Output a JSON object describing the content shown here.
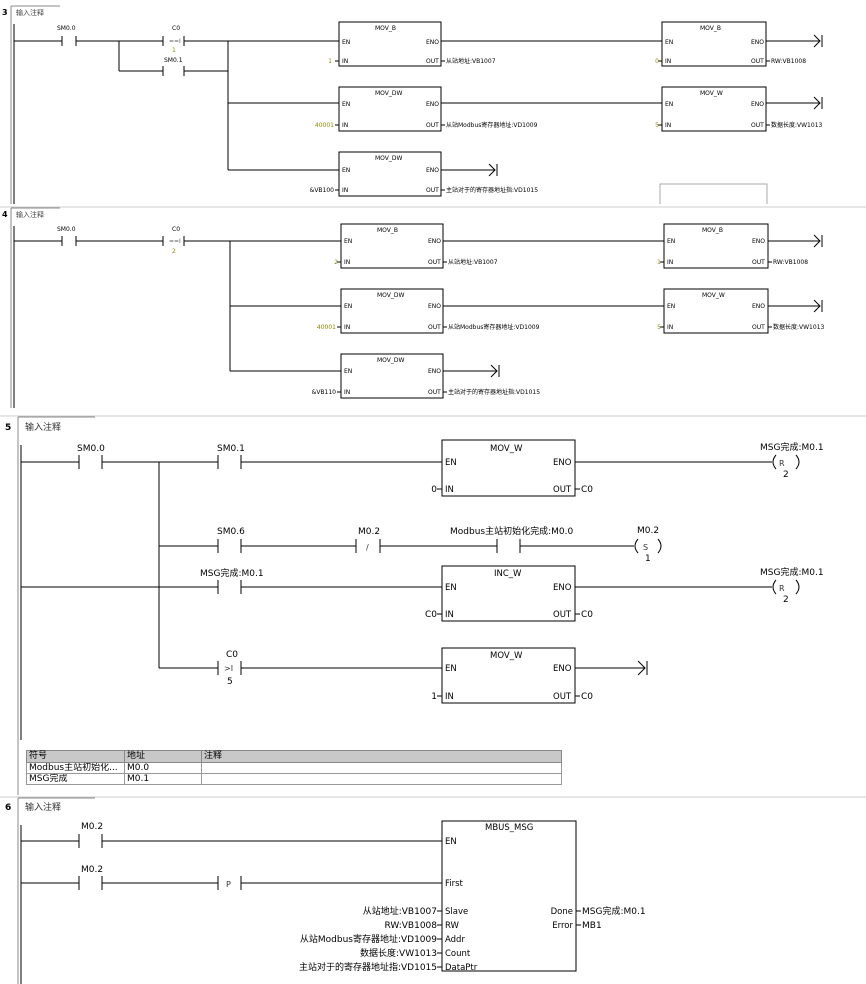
{
  "comment_placeholder": "输入注释",
  "networks": [
    {
      "number": "3"
    },
    {
      "number": "4"
    },
    {
      "number": "5"
    },
    {
      "number": "6"
    }
  ],
  "ops": {
    "mov_b": "MOV_B",
    "mov_dw": "MOV_DW",
    "mov_w": "MOV_W",
    "inc_w": "INC_W",
    "mbus_msg": "MBUS_MSG",
    "en": "EN",
    "eno": "ENO",
    "in": "IN",
    "out": "OUT",
    "eq_int": "==I",
    "gt_int": ">I",
    "neg": "/",
    "pos": "P",
    "set": "S",
    "reset": "R"
  },
  "net3": {
    "c1": "SM0.0",
    "c2": "C0",
    "c2v": "1",
    "c3": "SM0.1",
    "b1_in": "1",
    "b1_out": "从站地址:VB1007",
    "b2_in": "0",
    "b2_out": "RW:VB1008",
    "b3_in": "40001",
    "b3_out": "从站Modbus寄存器地址:VD1009",
    "b4_in": "5",
    "b4_out": "数据长度:VW1013",
    "b5_in": "&VB100",
    "b5_out": "主站对于的寄存器地址指:VD1015"
  },
  "net4": {
    "c1": "SM0.0",
    "c2": "C0",
    "c2v": "2",
    "b1_in": "2",
    "b1_out": "从站地址:VB1007",
    "b2_in": "1",
    "b2_out": "RW:VB1008",
    "b3_in": "40001",
    "b3_out": "从站Modbus寄存器地址:VD1009",
    "b4_in": "5",
    "b4_out": "数据长度:VW1013",
    "b5_in": "&VB110",
    "b5_out": "主站对于的寄存器地址指:VD1015"
  },
  "net5": {
    "c1": "SM0.0",
    "c2": "SM0.1",
    "r1_in": "0",
    "r1_out": "C0",
    "coil1": "MSG完成:M0.1",
    "coil1n": "2",
    "c3": "SM0.6",
    "c4": "M0.2",
    "c5": "Modbus主站初始化完成:M0.0",
    "coil2": "M0.2",
    "coil2n": "1",
    "c6": "MSG完成:M0.1",
    "r2_in": "C0",
    "r2_out": "C0",
    "coil3": "MSG完成:M0.1",
    "coil3n": "2",
    "c7": "C0",
    "c7v": "5",
    "r3_in": "1",
    "r3_out": "C0"
  },
  "symbol_table": {
    "headers": [
      "符号",
      "地址",
      "注释"
    ],
    "rows": [
      [
        "Modbus主站初始化...",
        "M0.0",
        ""
      ],
      [
        "MSG完成",
        "M0.1",
        ""
      ]
    ]
  },
  "net6": {
    "c1": "M0.2",
    "c2": "M0.2",
    "pin_first": "First",
    "pins_left": [
      "Slave",
      "RW",
      "Addr",
      "Count",
      "DataPtr"
    ],
    "args_left": [
      "从站地址:VB1007",
      "RW:VB1008",
      "从站Modbus寄存器地址:VD1009",
      "数据长度:VW1013",
      "主站对于的寄存器地址指:VD1015"
    ],
    "pins_right": [
      "Done",
      "Error"
    ],
    "args_right": [
      "MSG完成:M0.1",
      "MB1"
    ]
  },
  "colors": {
    "olive": "#8b8b00",
    "table_header": "#c8c8c8"
  }
}
